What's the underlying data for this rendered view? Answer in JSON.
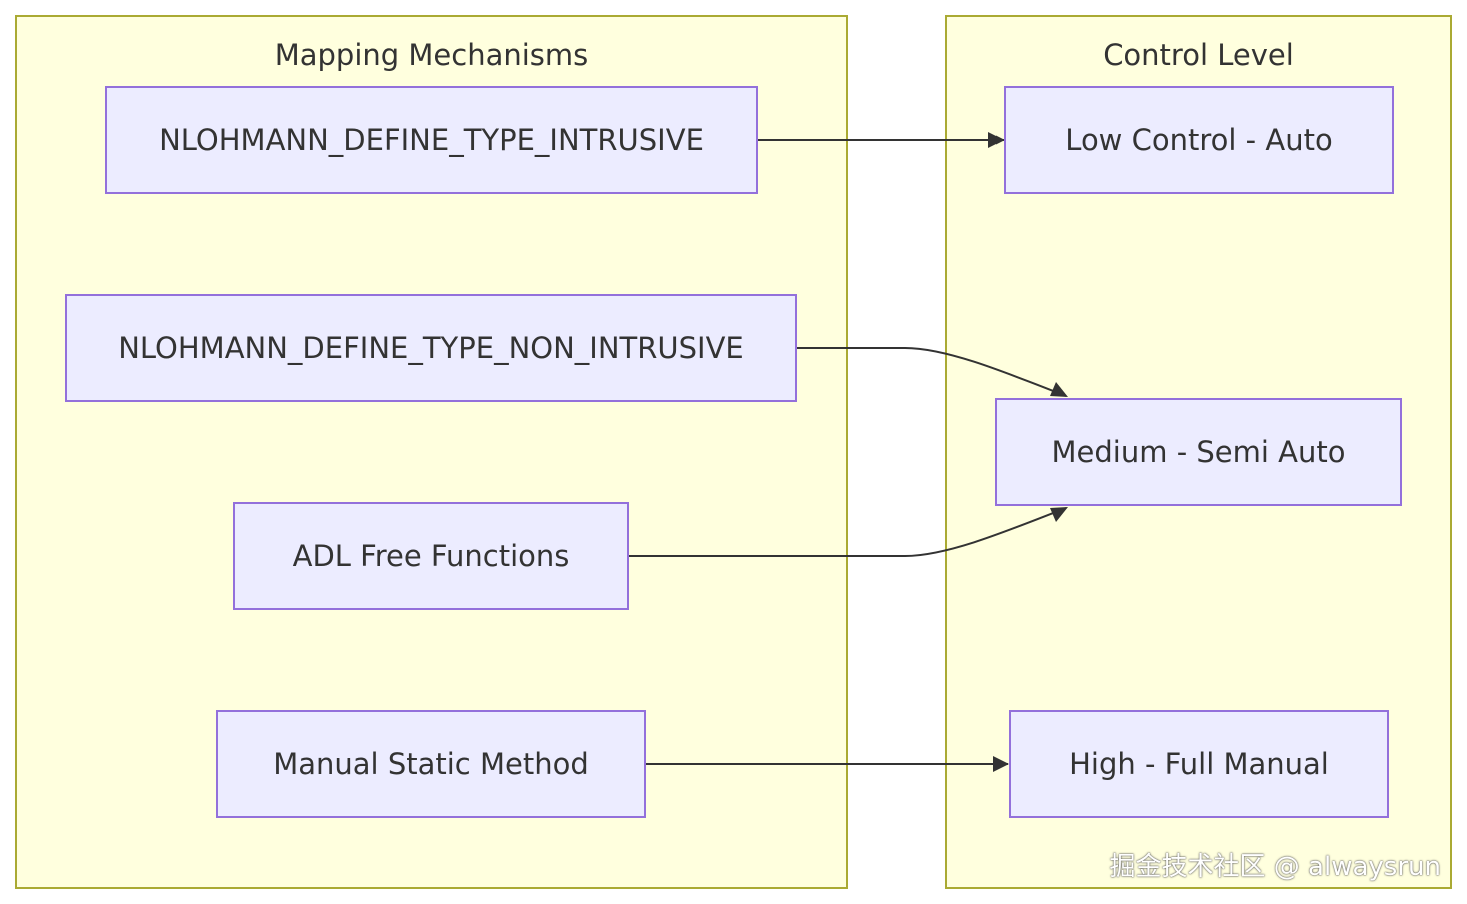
{
  "clusters": {
    "mapping": {
      "title": "Mapping Mechanisms"
    },
    "control": {
      "title": "Control Level"
    }
  },
  "nodes": {
    "intrusive": "NLOHMANN_DEFINE_TYPE_INTRUSIVE",
    "non_intrusive": "NLOHMANN_DEFINE_TYPE_NON_INTRUSIVE",
    "adl": "ADL Free Functions",
    "manual_static": "Manual Static Method",
    "low": "Low Control - Auto",
    "medium": "Medium - Semi Auto",
    "high": "High - Full Manual"
  },
  "edges": [
    {
      "from": "NLOHMANN_DEFINE_TYPE_INTRUSIVE",
      "to": "Low Control - Auto"
    },
    {
      "from": "NLOHMANN_DEFINE_TYPE_NON_INTRUSIVE",
      "to": "Medium - Semi Auto"
    },
    {
      "from": "ADL Free Functions",
      "to": "Medium - Semi Auto"
    },
    {
      "from": "Manual Static Method",
      "to": "High - Full Manual"
    }
  ],
  "colors": {
    "cluster_fill": "#ffffde",
    "cluster_border": "#aaaa33",
    "node_fill": "#ececff",
    "node_border": "#9370db",
    "edge": "#333333"
  },
  "watermark": "掘金技术社区 @ alwaysrun"
}
